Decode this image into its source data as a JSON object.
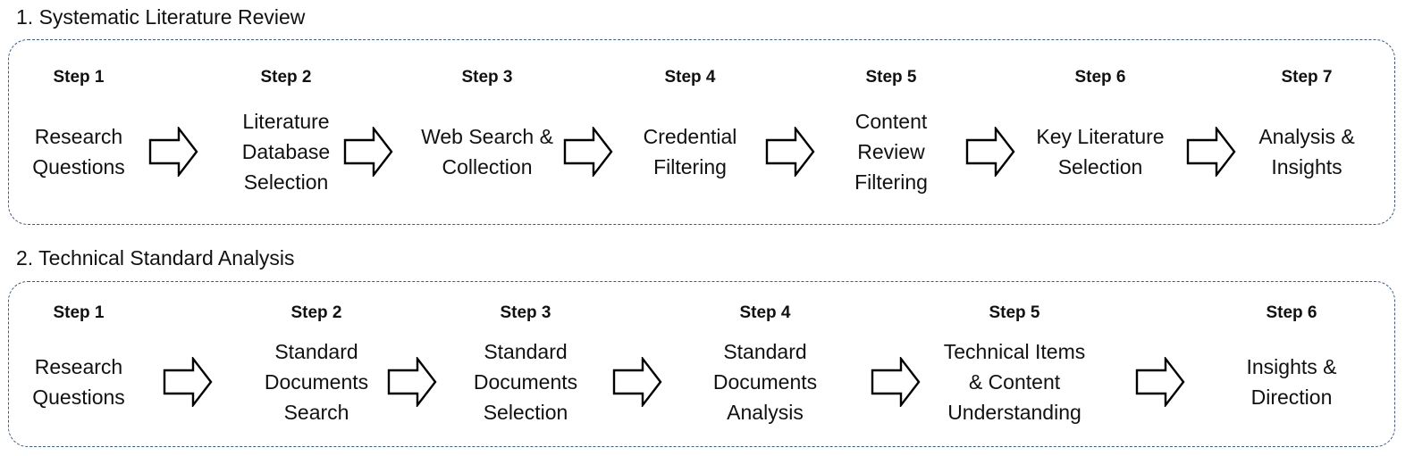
{
  "sections": [
    {
      "title": "1. Systematic Literature Review",
      "steps": [
        {
          "label": "Step 1",
          "text": "Research\nQuestions"
        },
        {
          "label": "Step 2",
          "text": "Literature\nDatabase\nSelection"
        },
        {
          "label": "Step 3",
          "text": "Web Search &\nCollection"
        },
        {
          "label": "Step 4",
          "text": "Credential\nFiltering"
        },
        {
          "label": "Step 5",
          "text": "Content\nReview\nFiltering"
        },
        {
          "label": "Step 6",
          "text": "Key Literature\nSelection"
        },
        {
          "label": "Step 7",
          "text": "Analysis &\nInsights"
        }
      ]
    },
    {
      "title": "2. Technical Standard Analysis",
      "steps": [
        {
          "label": "Step 1",
          "text": "Research\nQuestions"
        },
        {
          "label": "Step 2",
          "text": "Standard\nDocuments\nSearch"
        },
        {
          "label": "Step 3",
          "text": "Standard\nDocuments\nSelection"
        },
        {
          "label": "Step 4",
          "text": "Standard\nDocuments\nAnalysis"
        },
        {
          "label": "Step 5",
          "text": "Technical Items\n& Content\nUnderstanding"
        },
        {
          "label": "Step 6",
          "text": "Insights &\nDirection"
        }
      ]
    }
  ],
  "colors": {
    "border": "#3c5a7e",
    "text": "#111111"
  },
  "icons": {
    "connector": "right-arrow-icon"
  }
}
